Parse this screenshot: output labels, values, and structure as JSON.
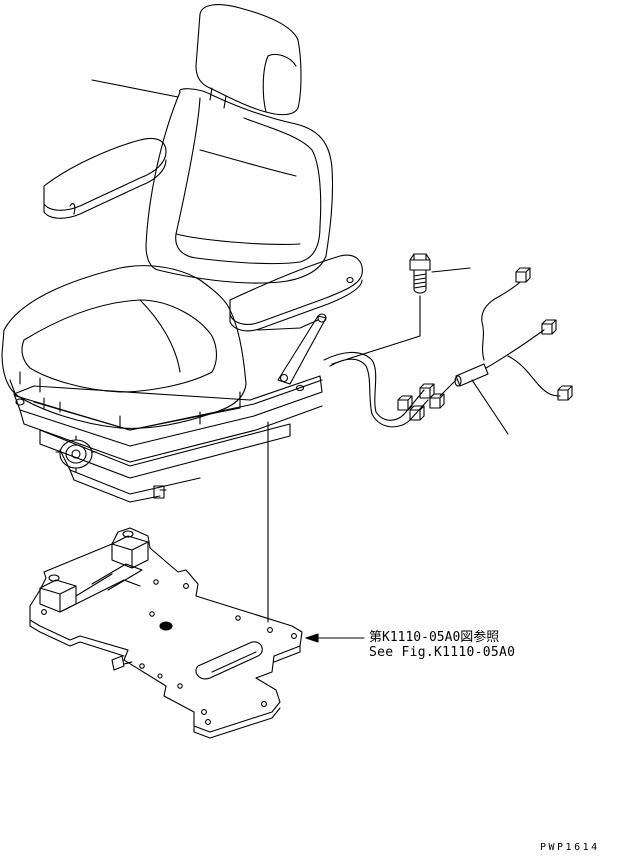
{
  "reference_note": {
    "japanese": "第K1110-05A0図参照",
    "english": "See Fig.K1110-05A0"
  },
  "drawing_code": "PWP1614",
  "line_color": "#000000",
  "background_color": "#ffffff"
}
